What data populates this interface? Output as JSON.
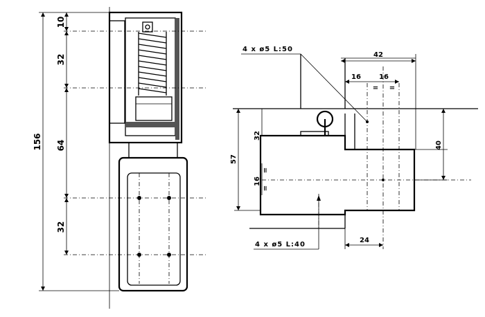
{
  "front_view": {
    "dimensions": {
      "top_gap": "10",
      "spring_section": "32",
      "middle_section": "64",
      "bottom_section": "32",
      "overall_height": "156"
    }
  },
  "side_view": {
    "dimensions": {
      "overall_width": "42",
      "left_offset": "16",
      "right_offset": "16",
      "equal_mark_left": "=",
      "equal_mark_right": "=",
      "upper_step": "32",
      "body_height": "57",
      "inner_offset": "16",
      "inner_equal_top": "=",
      "inner_equal_bottom": "=",
      "right_height": "40",
      "bottom_width": "24"
    },
    "notes": {
      "top_screw": "4 x ø5  L:50",
      "bottom_screw": "4 x ø5  L:40"
    }
  }
}
